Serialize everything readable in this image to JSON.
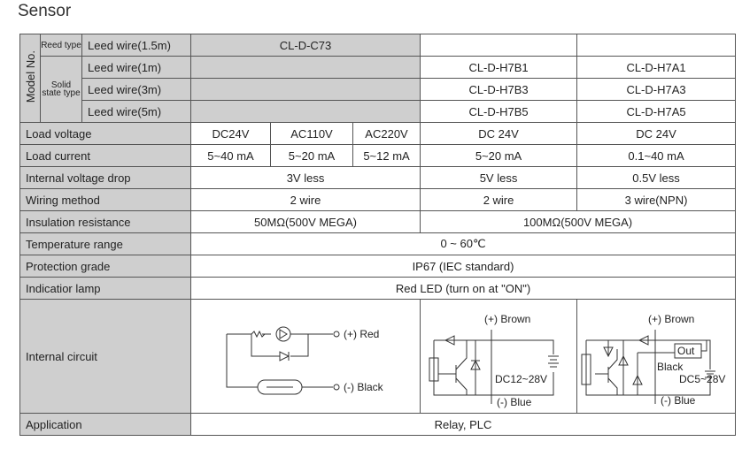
{
  "title": "Sensor",
  "model": {
    "header": "Model No.",
    "reed_type": "Reed type",
    "solid_type": "Solid state type",
    "rows": [
      {
        "label": "Leed wire(1.5m)",
        "reed": "CL-D-C73",
        "h7b": "",
        "h7a": ""
      },
      {
        "label": "Leed wire(1m)",
        "reed": "",
        "h7b": "CL-D-H7B1",
        "h7a": "CL-D-H7A1"
      },
      {
        "label": "Leed wire(3m)",
        "reed": "",
        "h7b": "CL-D-H7B3",
        "h7a": "CL-D-H7A3"
      },
      {
        "label": "Leed wire(5m)",
        "reed": "",
        "h7b": "CL-D-H7B5",
        "h7a": "CL-D-H7A5"
      }
    ]
  },
  "specs": {
    "load_voltage": {
      "label": "Load voltage",
      "v": [
        "DC24V",
        "AC110V",
        "AC220V",
        "DC 24V",
        "DC 24V"
      ]
    },
    "load_current": {
      "label": "Load current",
      "v": [
        "5~40 mA",
        "5~20 mA",
        "5~12 mA",
        "5~20 mA",
        "0.1~40 mA"
      ]
    },
    "voltage_drop": {
      "label": "Internal voltage drop",
      "v": [
        "3V less",
        "5V less",
        "0.5V less"
      ]
    },
    "wiring": {
      "label": "Wiring method",
      "v": [
        "2 wire",
        "2 wire",
        "3 wire(NPN)"
      ]
    },
    "insulation": {
      "label": "Insulation resistance",
      "v": [
        "50MΩ(500V MEGA)",
        "100MΩ(500V MEGA)"
      ]
    },
    "temperature": {
      "label": "Temperature range",
      "v": "0 ~ 60℃"
    },
    "protection": {
      "label": "Protection grade",
      "v": "IP67 (IEC standard)"
    },
    "lamp": {
      "label": "Indicatior lamp",
      "v": "Red LED (turn on at \"ON\")"
    },
    "circuit": {
      "label": "Internal circuit",
      "reed": {
        "plus": "(+) Red",
        "minus": "(-) Black"
      },
      "h7b": {
        "plus": "(+) Brown",
        "minus": "(-) Blue",
        "supply": "DC12~28V"
      },
      "h7a": {
        "plus": "(+) Brown",
        "minus": "(-) Blue",
        "black": "Black",
        "out": "Out",
        "supply": "DC5~28V"
      }
    },
    "application": {
      "label": "Application",
      "v": "Relay, PLC"
    }
  }
}
